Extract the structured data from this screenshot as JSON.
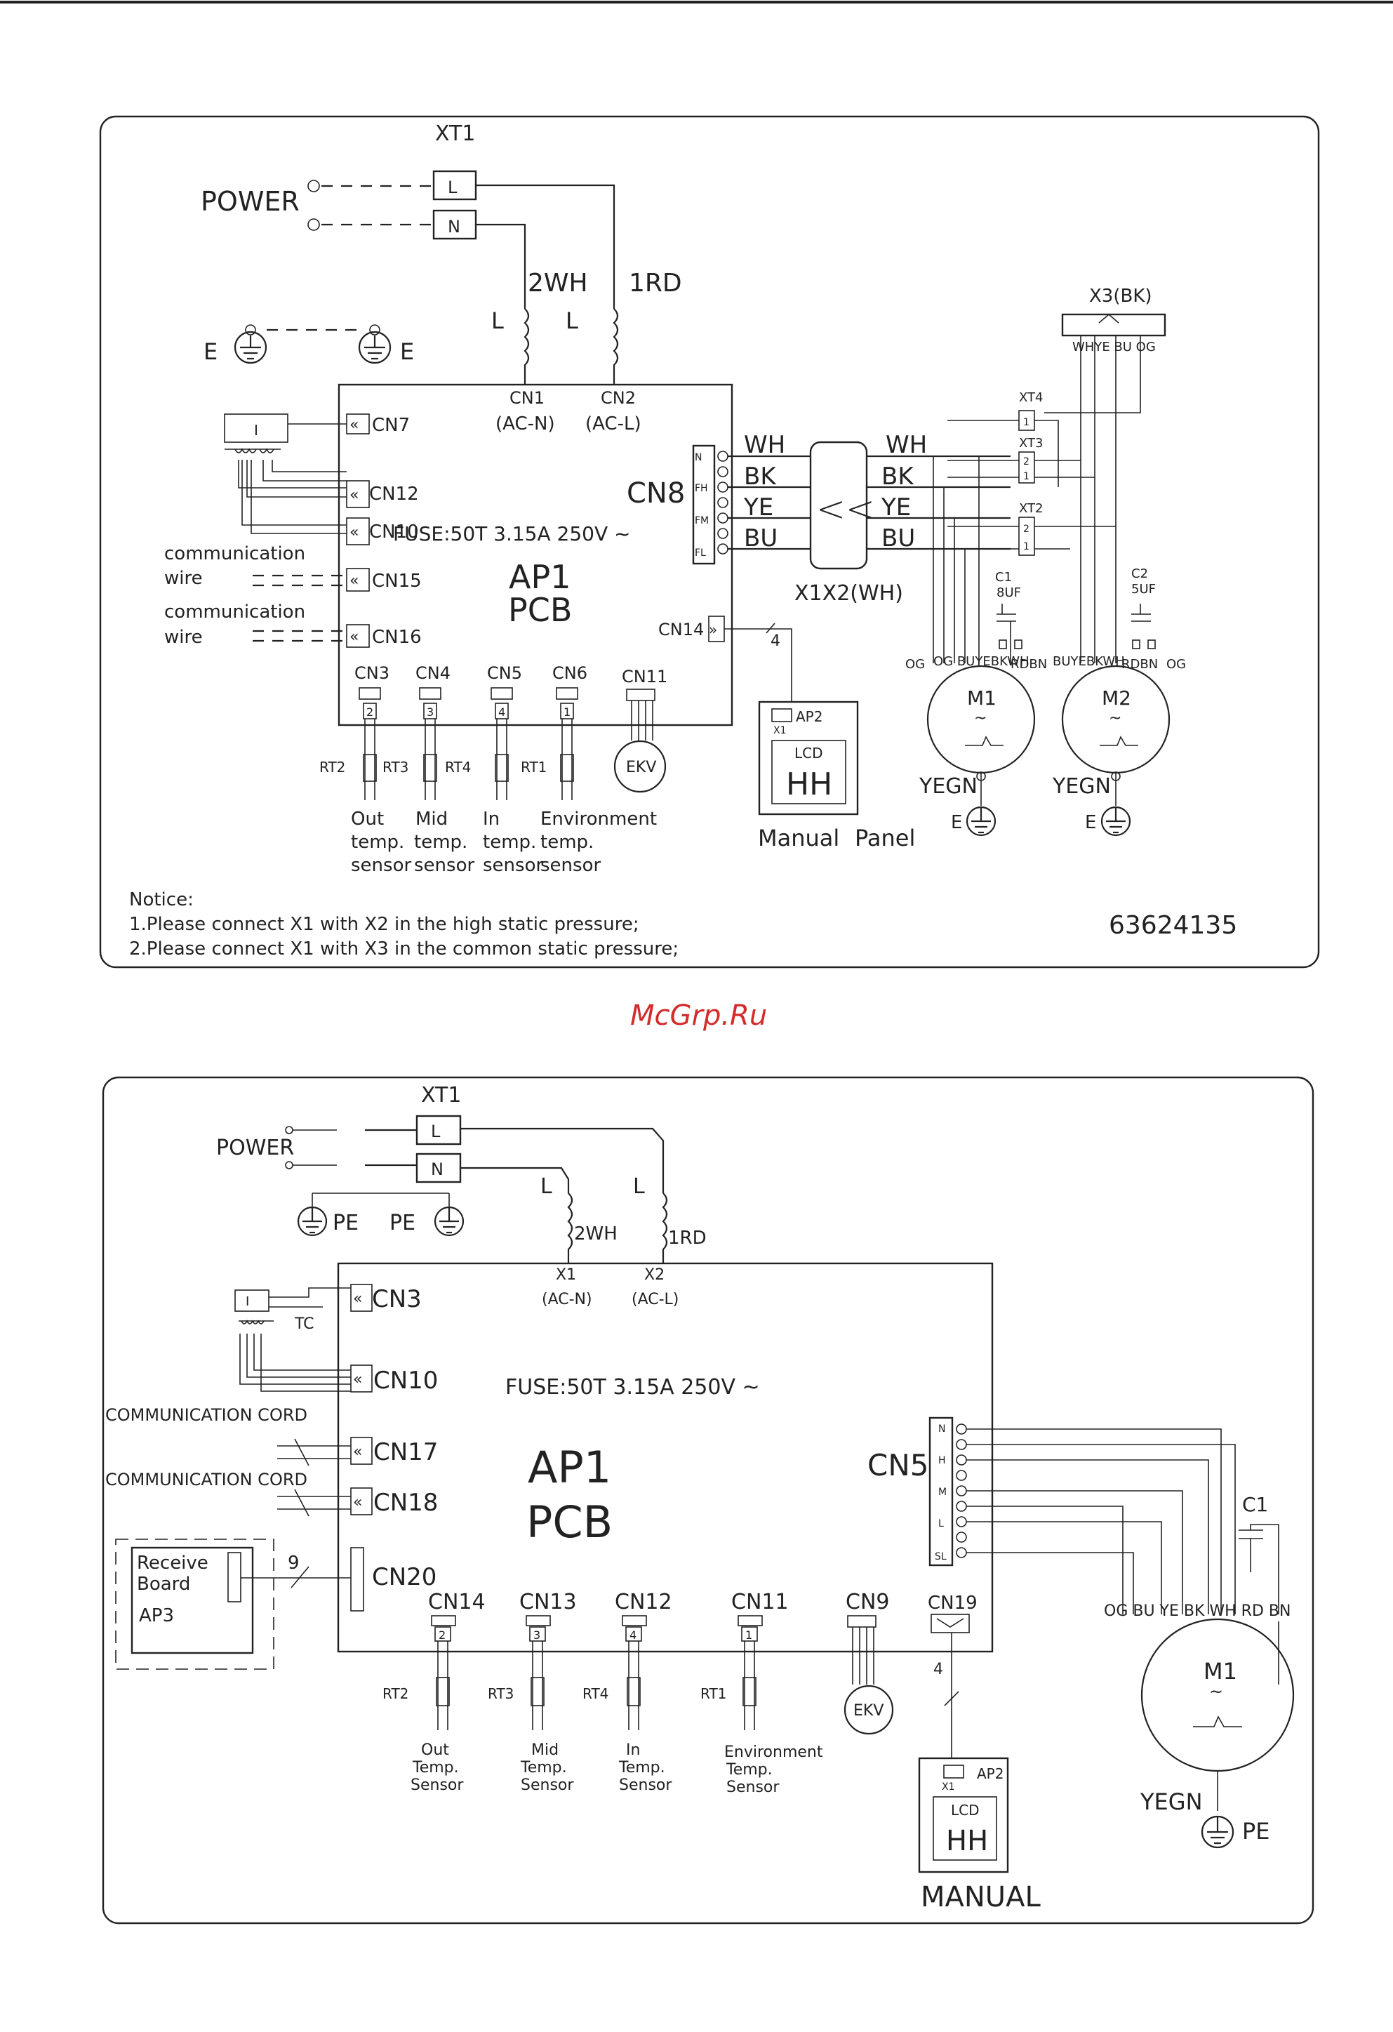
{
  "watermark": "McGrp.Ru",
  "d1": {
    "xt1": "XT1",
    "power": "POWER",
    "L": "L",
    "N": "N",
    "wh2": "2WH",
    "rd1": "1RD",
    "earth": "E",
    "cn1": "CN1",
    "acn": "(AC-N)",
    "cn2": "CN2",
    "acl": "(AC-L)",
    "cn7": "CN7",
    "cn12": "CN12",
    "cn10": "CN10",
    "cn15": "CN15",
    "cn16": "CN16",
    "comm1": "communication",
    "wire": "wire",
    "fuse": "FUSE:50T  3.15A  250V ~",
    "ap1": "AP1",
    "pcb": "PCB",
    "cn8": "CN8",
    "pins": [
      "N",
      "FH",
      "FM",
      "FL"
    ],
    "colors": [
      "WH",
      "BK",
      "YE",
      "BU"
    ],
    "x1x2": "X1X2(WH)",
    "x3": "X3(BK)",
    "x3cols": "WHYE BU OG",
    "xt4": "XT4",
    "xt3": "XT3",
    "xt2": "XT2",
    "c1": "C1",
    "c1v": "8UF",
    "c2": "C2",
    "c2v": "5UF",
    "m1": "M1",
    "m2": "M2",
    "yegn": "YEGN",
    "m1wires": "OG  BUYEBKWH",
    "m1rd": "RDBN",
    "m2wires": "BUYEBKWH",
    "m2rd": "RDBN",
    "og": "OG",
    "cn14": "CN14",
    "four": "4",
    "ap2": "AP2",
    "x1": "X1",
    "lcd": "LCD",
    "hh": "HH",
    "manual": "Manual",
    "panel": "Panel",
    "sensors": [
      {
        "cn": "CN3",
        "num": "2",
        "rt": "RT2",
        "l1": "Out",
        "l2": "temp.",
        "l3": "sensor"
      },
      {
        "cn": "CN4",
        "num": "3",
        "rt": "RT3",
        "l1": "Mid",
        "l2": "temp.",
        "l3": "sensor"
      },
      {
        "cn": "CN5",
        "num": "4",
        "rt": "RT4",
        "l1": "In",
        "l2": "temp.",
        "l3": "sensor"
      },
      {
        "cn": "CN6",
        "num": "1",
        "rt": "RT1",
        "l1": "Environment",
        "l2": "temp.",
        "l3": "sensor"
      }
    ],
    "cn11": "CN11",
    "ekv": "EKV",
    "notice": "Notice:",
    "note1": "1.Please connect X1 with X2 in the high static pressure;",
    "note2": "2.Please connect X1 with X3 in the common static pressure;",
    "code": "63624135"
  },
  "d2": {
    "xt1": "XT1",
    "power": "POWER",
    "L": "L",
    "N": "N",
    "pe": "PE",
    "wh2": "2WH",
    "rd1": "1RD",
    "x1": "X1",
    "acn": "(AC-N)",
    "x2": "X2",
    "acl": "(AC-L)",
    "cn3": "CN3",
    "tc": "TC",
    "cn10": "CN10",
    "cn17": "CN17",
    "cn18": "CN18",
    "cn20": "CN20",
    "comm": "COMMUNICATION CORD",
    "fuse": "FUSE:50T  3.15A  250V ~",
    "ap1": "AP1",
    "pcb": "PCB",
    "receive": "Receive",
    "board": "Board",
    "ap3": "AP3",
    "nine": "9",
    "cn5": "CN5",
    "pins": [
      "N",
      "H",
      "M",
      "L",
      "SL"
    ],
    "c1": "C1",
    "motorwires": "OG BU YE BK WH RD BN",
    "m1": "M1",
    "yegn": "YEGN",
    "sensors": [
      {
        "cn": "CN14",
        "num": "2",
        "rt": "RT2",
        "l1": "Out",
        "l2": "Temp.",
        "l3": "Sensor"
      },
      {
        "cn": "CN13",
        "num": "3",
        "rt": "RT3",
        "l1": "Mid",
        "l2": "Temp.",
        "l3": "Sensor"
      },
      {
        "cn": "CN12",
        "num": "4",
        "rt": "RT4",
        "l1": "In",
        "l2": "Temp.",
        "l3": "Sensor"
      },
      {
        "cn": "CN11",
        "num": "1",
        "rt": "RT1",
        "l1": "Environment",
        "l2": "Temp.",
        "l3": "Sensor"
      }
    ],
    "cn9": "CN9",
    "ekv": "EKV",
    "cn19": "CN19",
    "four": "4",
    "ap2": "AP2",
    "x1b": "X1",
    "lcd": "LCD",
    "hh": "HH",
    "manual": "MANUAL"
  }
}
